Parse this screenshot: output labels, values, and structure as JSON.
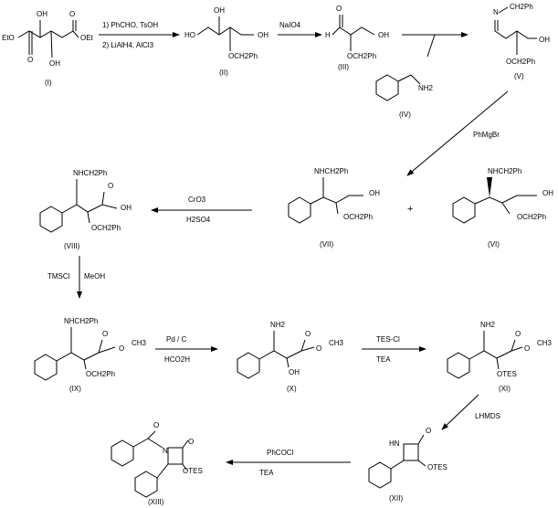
{
  "title": "Synthesis of protected beta-lactam (XIII) from diethyl tartrate",
  "compounds": {
    "I": {
      "id": "(I)",
      "groups": [
        "EtO",
        "OH",
        "OH",
        "O",
        "O",
        "OEt"
      ]
    },
    "II": {
      "id": "(II)",
      "groups": [
        "HO",
        "OH",
        "OH",
        "OCH2Ph"
      ]
    },
    "III": {
      "id": "(III)",
      "groups": [
        "H",
        "O",
        "OH",
        "OCH2Ph"
      ]
    },
    "IV": {
      "id": "(IV)",
      "groups": [
        "NH2"
      ]
    },
    "V": {
      "id": "(V)",
      "groups": [
        "N",
        "CH2Ph",
        "OH",
        "OCH2Ph"
      ]
    },
    "VI": {
      "id": "(VI)",
      "groups": [
        "NHCH2Ph",
        "OH",
        "OCH2Ph"
      ]
    },
    "VII": {
      "id": "(VII)",
      "groups": [
        "NHCH2Ph",
        "OH",
        "OCH2Ph"
      ]
    },
    "VIII": {
      "id": "(VIII)",
      "groups": [
        "NHCH2Ph",
        "O",
        "OH",
        "OCH2Ph"
      ]
    },
    "IX": {
      "id": "(IX)",
      "groups": [
        "NHCH2Ph",
        "O",
        "O",
        "CH3",
        "OCH2Ph"
      ]
    },
    "X": {
      "id": "(X)",
      "groups": [
        "NH2",
        "O",
        "O",
        "CH3",
        "OH"
      ]
    },
    "XI": {
      "id": "(XI)",
      "groups": [
        "NH2",
        "O",
        "O",
        "CH3",
        "OTES"
      ]
    },
    "XII": {
      "id": "(XII)",
      "groups": [
        "HN",
        "O",
        "OTES"
      ]
    },
    "XIII": {
      "id": "(XIII)",
      "groups": [
        "O",
        "N",
        "O",
        "OTES"
      ]
    }
  },
  "reagents": {
    "step1": [
      "1) PhCHO, TsOH",
      "2) LiAlH4, AlCl3"
    ],
    "step2": [
      "NaIO4"
    ],
    "step3": [
      "PhMgBr"
    ],
    "step4": [
      "CrO3",
      "H2SO4"
    ],
    "step5": [
      "TMSCl",
      "MeOH"
    ],
    "step6": [
      "Pd / C",
      "HCO2H"
    ],
    "step7": [
      "TES-Cl",
      "TEA"
    ],
    "step8": [
      "LHMDS"
    ],
    "step9": [
      "PhCOCl",
      "TEA"
    ]
  },
  "plus_sign": "+"
}
